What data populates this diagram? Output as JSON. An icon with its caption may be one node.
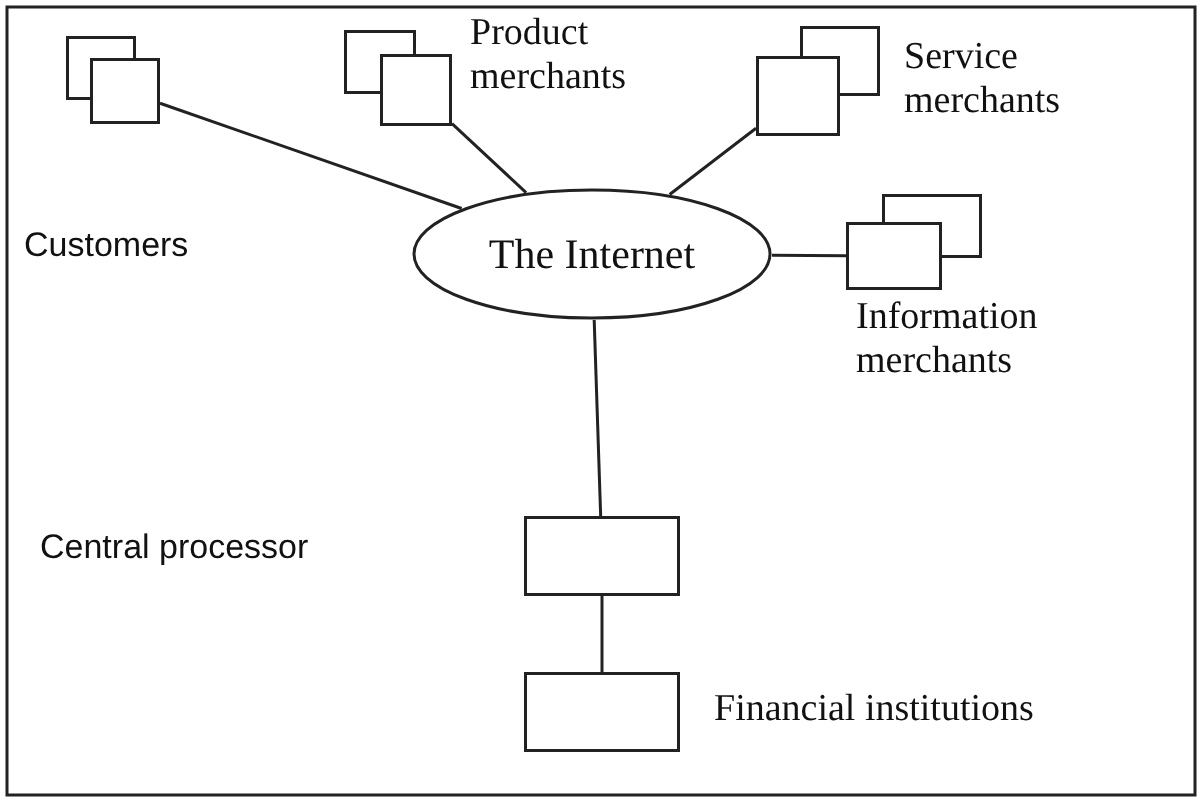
{
  "diagram": {
    "nodes": [
      {
        "text": [],
        "shape": "box",
        "beside": [
          "Customers"
        ]
      },
      {
        "text": [],
        "shape": "box",
        "beside": [
          "Product merchants"
        ]
      },
      {
        "text": [],
        "shape": "box",
        "beside": [
          "Service merchants"
        ]
      },
      {
        "text": [],
        "shape": "box",
        "beside": [
          "Information merchants"
        ]
      },
      {
        "text": [
          "The Internet"
        ]
      },
      {
        "text": [],
        "shape": "box"
      },
      {
        "text": [],
        "shape": "box",
        "beside": [
          "Financial institutions"
        ]
      }
    ],
    "edges": [
      {
        "from": 0,
        "to": 4,
        "arrow": "none"
      },
      {
        "from": 1,
        "to": 4,
        "arrow": "none"
      },
      {
        "from": 2,
        "to": 4,
        "arrow": "none"
      },
      {
        "from": 3,
        "to": 4,
        "arrow": "none"
      },
      {
        "from": 4,
        "to": 5,
        "arrow": "none"
      },
      {
        "from": 5,
        "to": 6,
        "arrow": "none"
      }
    ],
    "labels": [
      "Central processor"
    ]
  }
}
